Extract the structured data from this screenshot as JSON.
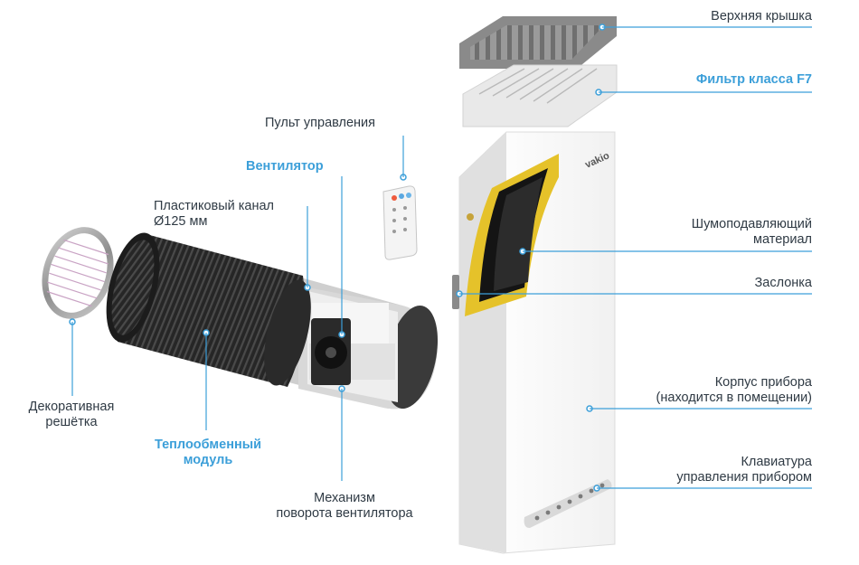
{
  "brand": "vakio",
  "accent_color": "#3c9fd9",
  "leader_color": "#3c9fd9",
  "labels": {
    "top_cover": "Верхняя крышка",
    "filter": "Фильтр класса F7",
    "remote": "Пульт управления",
    "fan": "Вентилятор",
    "plastic_duct_line1": "Пластиковый канал",
    "plastic_duct_line2": "Ø125 мм",
    "noise_material_line1": "Шумоподавляющий",
    "noise_material_line2": "материал",
    "damper": "Заслонка",
    "decorative_grille_line1": "Декоративная",
    "decorative_grille_line2": "решётка",
    "heat_exchanger_line1": "Теплообменный",
    "heat_exchanger_line2": "модуль",
    "housing_line1": "Корпус прибора",
    "housing_line2": "(находится в помещении)",
    "keypad_line1": "Клавиатура",
    "keypad_line2": "управления прибором",
    "fan_mechanism_line1": "Механизм",
    "fan_mechanism_line2": "поворота вентилятора"
  }
}
